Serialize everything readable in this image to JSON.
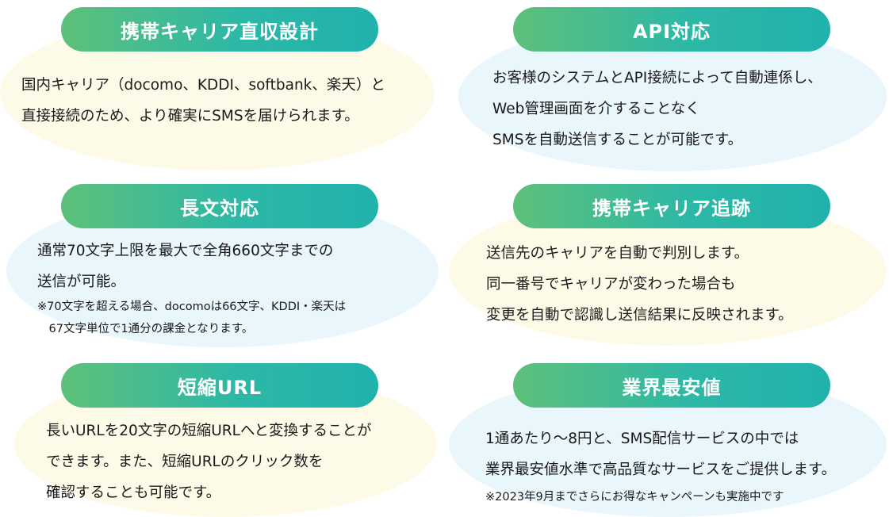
{
  "features": [
    {
      "title": "携帯キャリア直収設計",
      "lines": [
        "国内キャリア（docomo、KDDI、softbank、楽天）と",
        "直接接続のため、より確実にSMSを届けられます。"
      ],
      "notes": []
    },
    {
      "title": "API対応",
      "lines": [
        "お客様のシステムとAPI接続によって自動連係し、",
        "Web管理画面を介することなく",
        "SMSを自動送信することが可能です。"
      ],
      "notes": []
    },
    {
      "title": "長文対応",
      "lines": [
        "通常70文字上限を最大で全角660文字までの",
        "送信が可能。"
      ],
      "notes": [
        "※70文字を超える場合、docomoは66文字、KDDI・楽天は",
        "　67文字単位で1通分の課金となります。"
      ]
    },
    {
      "title": "携帯キャリア追跡",
      "lines": [
        "送信先のキャリアを自動で判別します。",
        "同一番号でキャリアが変わった場合も",
        "変更を自動で認識し送信結果に反映されます。"
      ],
      "notes": []
    },
    {
      "title": "短縮URL",
      "lines": [
        "長いURLを20文字の短縮URLへと変換することが",
        "できます。また、短縮URLのクリック数を",
        "確認することも可能です。"
      ],
      "notes": []
    },
    {
      "title": "業界最安値",
      "lines": [
        "1通あたり～8円と、SMS配信サービスの中では",
        "業界最安値水準で高品質なサービスをご提供します。"
      ],
      "notes": [
        "※2023年9月までさらにお得なキャンペーンも実施中です"
      ]
    }
  ],
  "colors": {
    "pill_gradient_start": "#5ec07a",
    "pill_gradient_end": "#20b2ad",
    "blob_cream": "#fdfbe8",
    "blob_blue": "#e9f6fb",
    "text": "#1a1a1a"
  }
}
